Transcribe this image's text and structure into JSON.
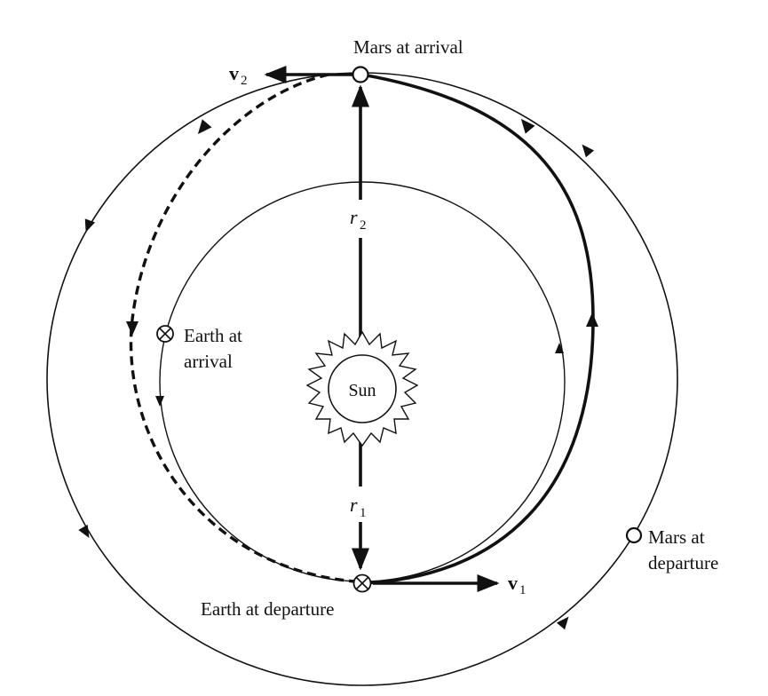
{
  "labels": {
    "mars_arrival": "Mars at arrival",
    "v2_main": "v",
    "v2_sub": "2",
    "r2_main": "r",
    "r2_sub": "2",
    "earth_arrival_line1": "Earth at",
    "earth_arrival_line2": "arrival",
    "sun": "Sun",
    "r1_main": "r",
    "r1_sub": "1",
    "mars_departure_line1": "Mars at",
    "mars_departure_line2": "departure",
    "v1_main": "v",
    "v1_sub": "1",
    "earth_departure": "Earth at departure"
  },
  "colors": {
    "ink": "#111111",
    "background": "#ffffff"
  }
}
